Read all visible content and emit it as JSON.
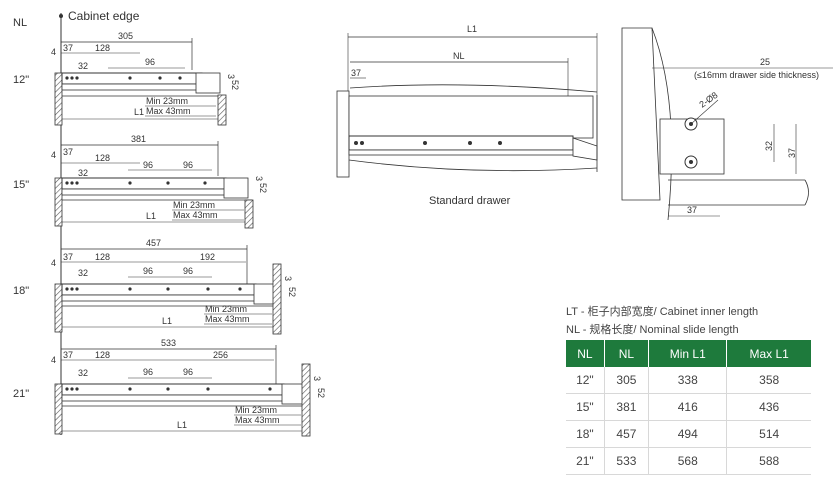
{
  "header": {
    "nl_label": "NL",
    "cabinet_edge": "Cabinet edge"
  },
  "common_dims": {
    "left_4": "4",
    "d37": "37",
    "d128": "128",
    "d32": "32",
    "d96": "96",
    "d3": "3",
    "d52": "52",
    "min": "Min 23mm",
    "max": "Max 43mm",
    "l1": "L1"
  },
  "rows": [
    {
      "size": "12\"",
      "length": "305"
    },
    {
      "size": "15\"",
      "length": "381"
    },
    {
      "size": "18\"",
      "length": "457",
      "extra": "192"
    },
    {
      "size": "21\"",
      "length": "533",
      "extra": "256"
    }
  ],
  "standard_drawer": {
    "caption": "Standard drawer",
    "l1": "L1",
    "nl": "NL",
    "d37": "37"
  },
  "side_detail": {
    "d25": "25",
    "note": "(≤16mm drawer side thickness)",
    "hole": "2-Ø8",
    "d32": "32",
    "d37v": "37",
    "d37h": "37"
  },
  "legend": {
    "lt": "LT - 柜子内部宽度/ Cabinet inner length",
    "nl": "NL - 规格长度/ Nominal slide length"
  },
  "table": {
    "headers": [
      "NL",
      "NL",
      "Min L1",
      "Max L1"
    ],
    "rows": [
      [
        "12\"",
        "305",
        "338",
        "358"
      ],
      [
        "15\"",
        "381",
        "416",
        "436"
      ],
      [
        "18\"",
        "457",
        "494",
        "514"
      ],
      [
        "21\"",
        "533",
        "568",
        "588"
      ]
    ]
  },
  "colors": {
    "header_green": "#1e7a3c",
    "line": "#333333"
  }
}
